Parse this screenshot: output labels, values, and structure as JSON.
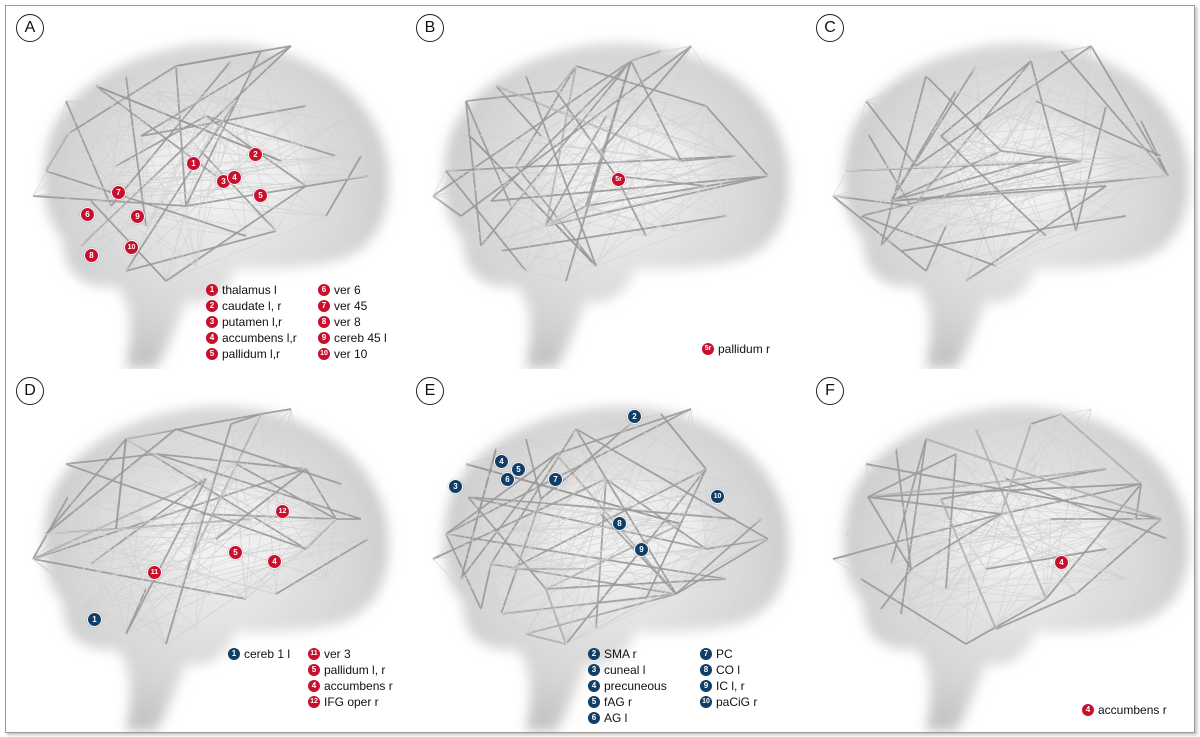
{
  "colors": {
    "red": "#c8102e",
    "blue": "#0f3e66",
    "edge": "#9c9c9c",
    "brain": "#c9c9c9"
  },
  "panels": [
    {
      "label": "A",
      "markers": [
        {
          "num": "1",
          "color": "red"
        },
        {
          "num": "2",
          "color": "red"
        },
        {
          "num": "3",
          "color": "red"
        },
        {
          "num": "4",
          "color": "red"
        },
        {
          "num": "5",
          "color": "red"
        },
        {
          "num": "6",
          "color": "red"
        },
        {
          "num": "7",
          "color": "red"
        },
        {
          "num": "8",
          "color": "red"
        },
        {
          "num": "9",
          "color": "red"
        },
        {
          "num": "10",
          "color": "red"
        }
      ],
      "legend": [
        [
          {
            "num": "1",
            "color": "red",
            "text": "thalamus l"
          },
          {
            "num": "2",
            "color": "red",
            "text": "caudate l, r"
          },
          {
            "num": "3",
            "color": "red",
            "text": "putamen l,r"
          },
          {
            "num": "4",
            "color": "red",
            "text": "accumbens l,r"
          },
          {
            "num": "5",
            "color": "red",
            "text": "pallidum l,r"
          }
        ],
        [
          {
            "num": "6",
            "color": "red",
            "text": "ver 6"
          },
          {
            "num": "7",
            "color": "red",
            "text": "ver 45"
          },
          {
            "num": "8",
            "color": "red",
            "text": "ver 8"
          },
          {
            "num": "9",
            "color": "red",
            "text": "cereb 45 l"
          },
          {
            "num": "10",
            "color": "red",
            "text": "ver 10"
          }
        ]
      ]
    },
    {
      "label": "B",
      "markers": [
        {
          "num": "5r",
          "color": "red"
        }
      ],
      "legend": [
        [
          {
            "num": "5r",
            "color": "red",
            "text": "pallidum r"
          }
        ]
      ]
    },
    {
      "label": "C",
      "markers": [],
      "legend": []
    },
    {
      "label": "D",
      "markers": [
        {
          "num": "1",
          "color": "blue"
        },
        {
          "num": "11",
          "color": "red"
        },
        {
          "num": "5",
          "color": "red"
        },
        {
          "num": "4",
          "color": "red"
        },
        {
          "num": "12",
          "color": "red"
        }
      ],
      "legend": [
        [
          {
            "num": "1",
            "color": "blue",
            "text": "cereb 1 l"
          }
        ],
        [
          {
            "num": "11",
            "color": "red",
            "text": "ver 3"
          },
          {
            "num": "5",
            "color": "red",
            "text": "pallidum l, r"
          },
          {
            "num": "4",
            "color": "red",
            "text": "accumbens r"
          },
          {
            "num": "12",
            "color": "red",
            "text": "IFG oper r"
          }
        ]
      ]
    },
    {
      "label": "E",
      "markers": [
        {
          "num": "2",
          "color": "blue"
        },
        {
          "num": "3",
          "color": "blue"
        },
        {
          "num": "4",
          "color": "blue"
        },
        {
          "num": "5",
          "color": "blue"
        },
        {
          "num": "6",
          "color": "blue"
        },
        {
          "num": "7",
          "color": "blue"
        },
        {
          "num": "8",
          "color": "blue"
        },
        {
          "num": "9",
          "color": "blue"
        },
        {
          "num": "10",
          "color": "blue"
        }
      ],
      "legend": [
        [
          {
            "num": "2",
            "color": "blue",
            "text": "SMA r"
          },
          {
            "num": "3",
            "color": "blue",
            "text": "cuneal l"
          },
          {
            "num": "4",
            "color": "blue",
            "text": "precuneous"
          },
          {
            "num": "5",
            "color": "blue",
            "text": "fAG r"
          },
          {
            "num": "6",
            "color": "blue",
            "text": "AG l"
          }
        ],
        [
          {
            "num": "7",
            "color": "blue",
            "text": "PC"
          },
          {
            "num": "8",
            "color": "blue",
            "text": "CO l"
          },
          {
            "num": "9",
            "color": "blue",
            "text": "IC l, r"
          },
          {
            "num": "10",
            "color": "blue",
            "text": "paCiG r"
          }
        ]
      ]
    },
    {
      "label": "F",
      "markers": [
        {
          "num": "4",
          "color": "red"
        }
      ],
      "legend": [
        [
          {
            "num": "4",
            "color": "red",
            "text": "accumbens r"
          }
        ]
      ]
    }
  ]
}
